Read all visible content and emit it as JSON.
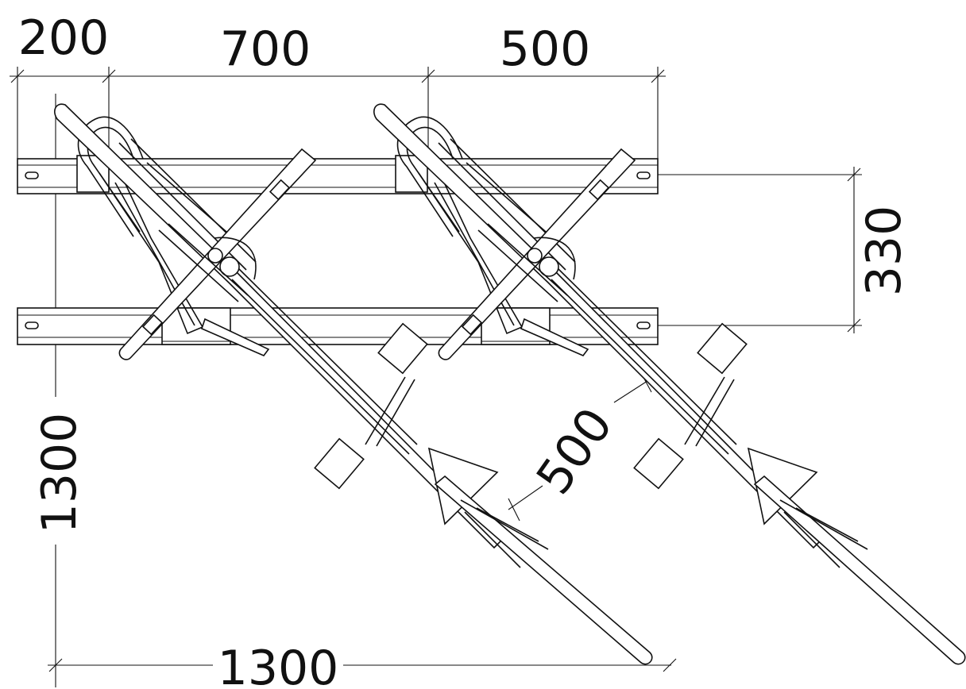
{
  "drawing": {
    "subject": "two-tier bicycle rack, plan view",
    "line_color": "#111111",
    "background": "#ffffff"
  },
  "dimensions": {
    "top_offset": "200",
    "top_spacing": "700",
    "top_right": "500",
    "rail_spacing": "330",
    "left_height": "1300",
    "bottom_width": "1300",
    "diagonal_spacing": "500"
  }
}
